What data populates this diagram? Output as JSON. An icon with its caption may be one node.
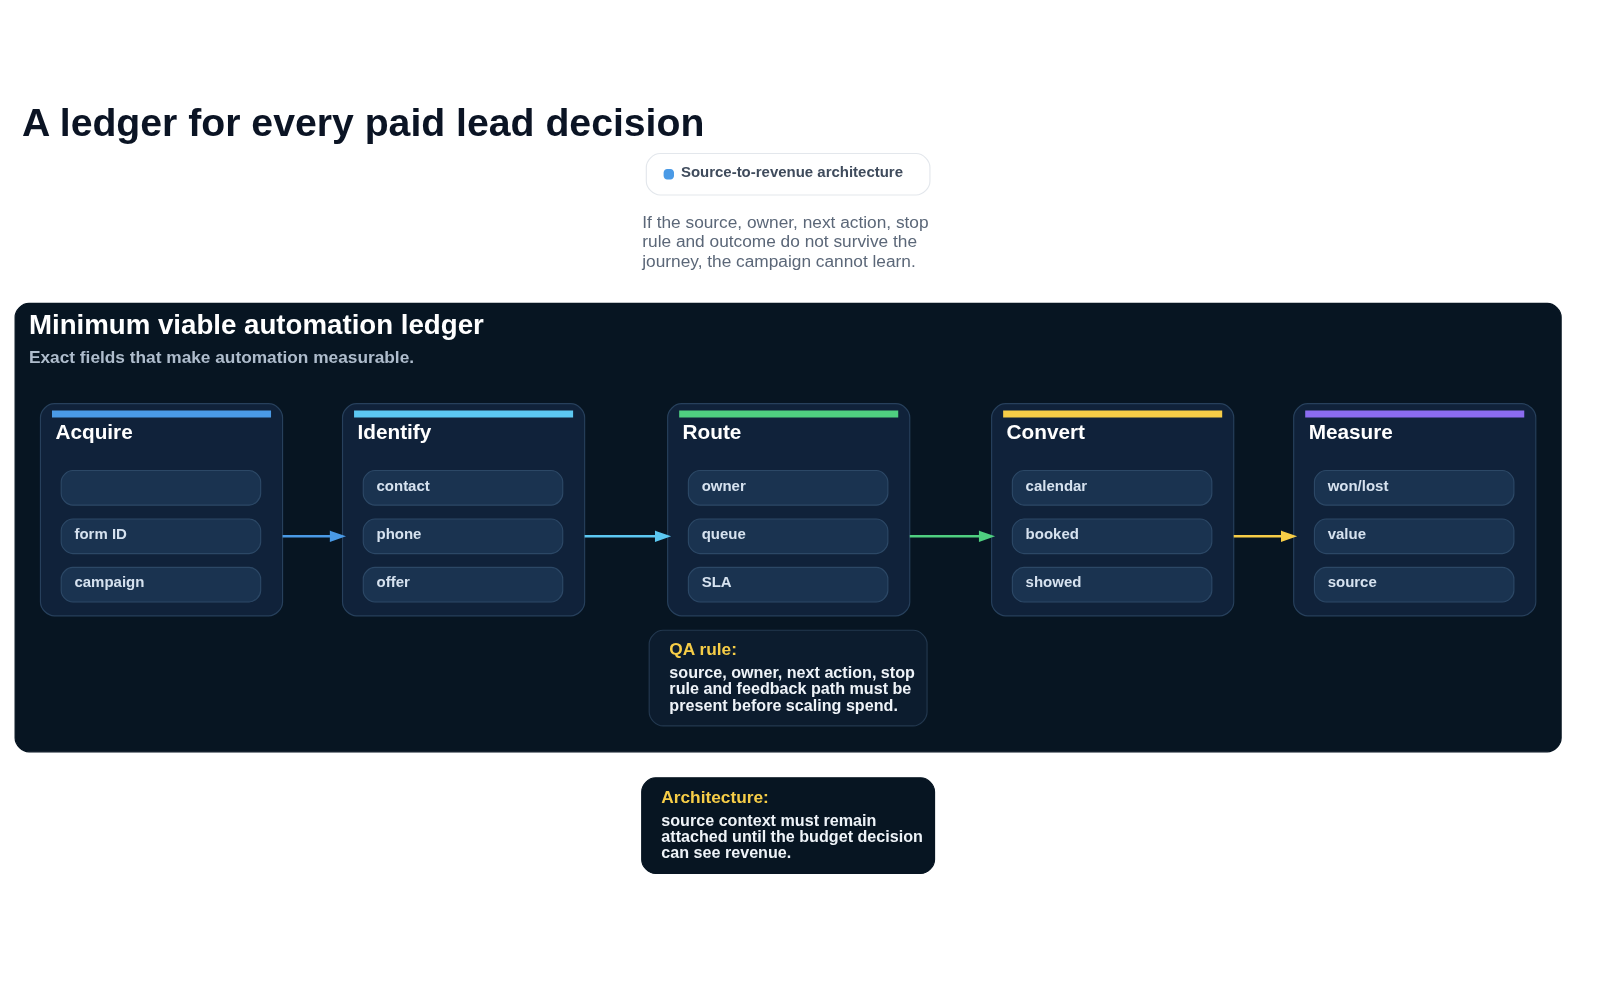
{
  "diagram": {
    "title": "A ledger for every paid lead decision",
    "nodes": [
      {
        "text": [
          "Source-to-revenue architecture"
        ]
      },
      {
        "text": [
          "Minimum viable automation ledger",
          "Exact fields that make automation measurable."
        ]
      },
      {
        "text": [
          "Acquire"
        ],
        "in": 1
      },
      {
        "text": [],
        "shape": "box",
        "in": 2
      },
      {
        "text": [
          "form ID"
        ],
        "in": 2
      },
      {
        "text": [
          "campaign"
        ],
        "in": 2
      },
      {
        "text": [
          "Identify"
        ],
        "in": 1
      },
      {
        "text": [
          "contact"
        ],
        "in": 6
      },
      {
        "text": [
          "phone"
        ],
        "in": 6
      },
      {
        "text": [
          "offer"
        ],
        "in": 6
      },
      {
        "text": [
          "Route"
        ],
        "in": 1
      },
      {
        "text": [
          "owner"
        ],
        "in": 10
      },
      {
        "text": [
          "queue"
        ],
        "in": 10
      },
      {
        "text": [
          "SLA"
        ],
        "in": 10
      },
      {
        "text": [
          "Convert"
        ],
        "in": 1
      },
      {
        "text": [
          "calendar"
        ],
        "in": 14
      },
      {
        "text": [
          "booked"
        ],
        "in": 14
      },
      {
        "text": [
          "showed"
        ],
        "in": 14
      },
      {
        "text": [
          "Measure"
        ],
        "in": 1
      },
      {
        "text": [
          "won/lost"
        ],
        "in": 18
      },
      {
        "text": [
          "value"
        ],
        "in": 18
      },
      {
        "text": [
          "source"
        ],
        "in": 18
      },
      {
        "text": [
          "QA rule:",
          "source, owner, next action, stop rule and feedback path must be present before scaling spend."
        ],
        "in": 1
      },
      {
        "text": [
          "Architecture:",
          "source context must remain attached until the budget decision can see revenue."
        ]
      }
    ],
    "edges": [
      {
        "from": 2,
        "to": 6,
        "arrow": "to",
        "color": "#4a9ae6"
      },
      {
        "from": 6,
        "to": 10,
        "arrow": "to",
        "color": "#5cc8f2"
      },
      {
        "from": 10,
        "to": 14,
        "arrow": "to",
        "color": "#4fcf80"
      },
      {
        "from": 14,
        "to": 18,
        "arrow": "to",
        "color": "#f6cd47"
      }
    ],
    "labels": [
      "If the source, owner, next action, stop rule and outcome do not survive the journey, the campaign cannot learn."
    ]
  }
}
